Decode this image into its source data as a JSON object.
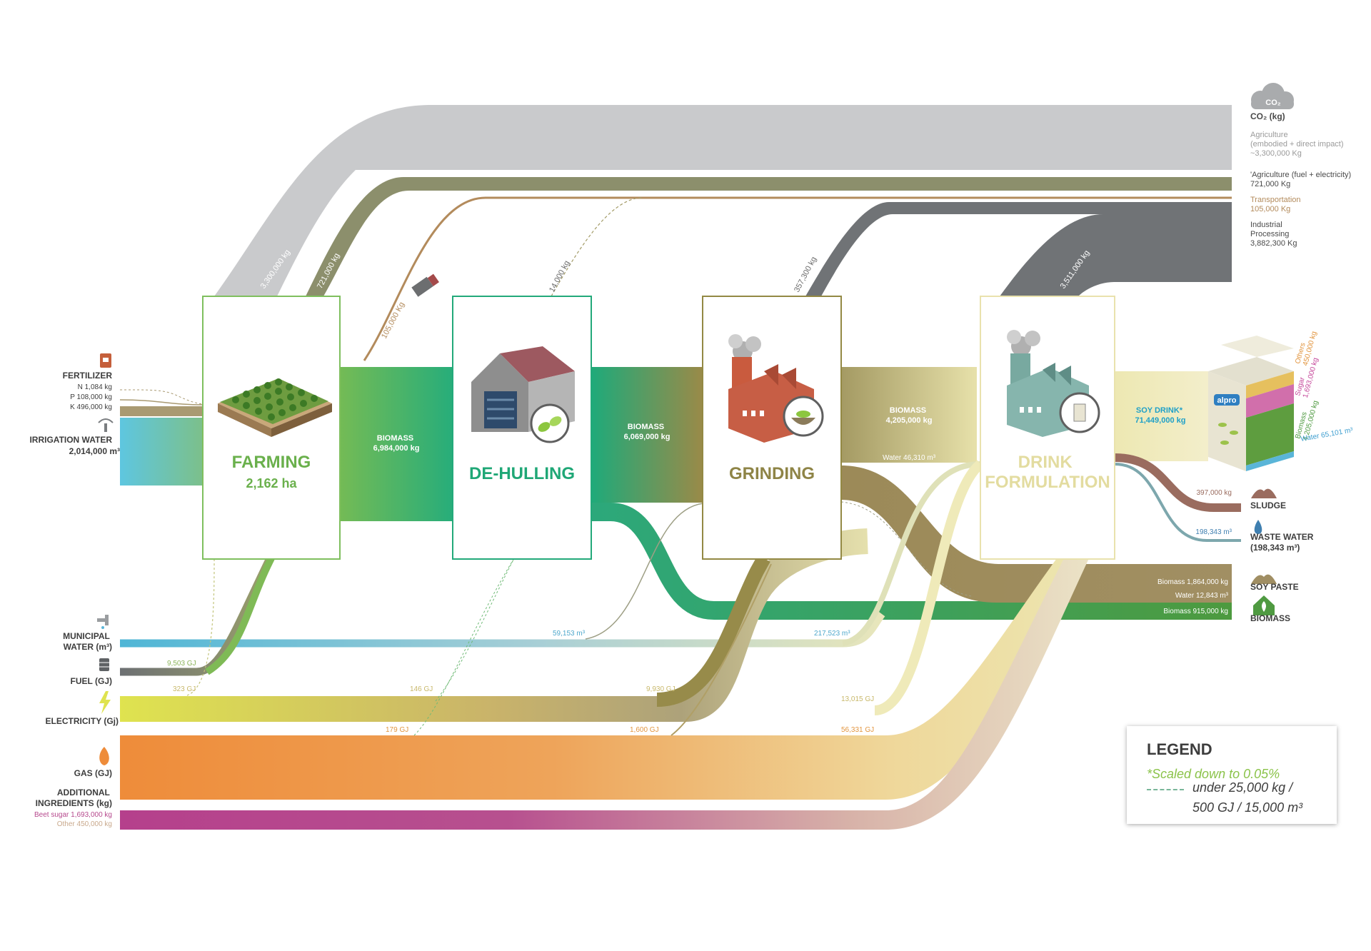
{
  "colors": {
    "co2": "#c8c9cb",
    "agri_fuel": "#8d8f6b",
    "transport": "#b38b5c",
    "industrial": "#6f7275",
    "farming": "#6ab04c",
    "dehulling": "#1fa776",
    "grinding": "#8e8446",
    "drink": "#ece6b0",
    "water": "#5ab5d8",
    "fuel": "#7c7f82",
    "electricity": "#e4e46a",
    "gas": "#ee9545",
    "sugar": "#b6498d",
    "soy_paste": "#a08e63",
    "sludge": "#9a6c5f",
    "biomass_out": "#4f9a41"
  },
  "co2": {
    "title": "CO₂ (kg)",
    "icon": "cloud-co2-icon",
    "icon_text": "CO₂",
    "agriculture": [
      "Agriculture",
      "(embodied + direct impact)",
      "~3,300,000 Kg"
    ],
    "agri_fuel": [
      "'Agriculture (fuel + electricity)",
      "721,000 Kg"
    ],
    "transportation": [
      "Transportation",
      "105,000 Kg"
    ],
    "industrial": [
      "Industrial",
      "Processing",
      "3,882,300 Kg"
    ]
  },
  "flow_labels": {
    "co2_agri": "3,300,000 kg",
    "co2_agrifuel": "721,000 kg",
    "co2_transport": "105,000 Kg",
    "co2_dehull": "14,000 kg",
    "co2_grind": "357,300 kg",
    "co2_drink": "3,511,000 kg"
  },
  "inputs": {
    "fertilizer": {
      "title": "FERTILIZER",
      "items": [
        "N 1,084 kg",
        "P 108,000 kg",
        "K 496,000 kg"
      ]
    },
    "irrigation": {
      "title": "IRRIGATION WATER",
      "value": "2,014,000 m³"
    },
    "municipal_water": [
      "MUNICIPAL",
      "WATER (m³)"
    ],
    "fuel": "FUEL (GJ)",
    "electricity": "ELECTRICITY (Gj)",
    "gas": "GAS (GJ)",
    "additional": {
      "title": [
        "ADDITIONAL",
        "INGREDIENTS (kg)"
      ],
      "items": [
        "Beet sugar 1,693,000 kg",
        "Other 450,000 kg"
      ]
    }
  },
  "stages": {
    "farming": {
      "name": "FARMING",
      "sub": "2,162 ha"
    },
    "dehulling": {
      "name": "DE-HULLING"
    },
    "grinding": {
      "name": "GRINDING"
    },
    "drink": {
      "name": [
        "DRINK",
        "FORMULATION"
      ]
    }
  },
  "biomass_labels": {
    "farming": [
      "BIOMASS",
      "6,984,000 kg"
    ],
    "dehulling": [
      "BIOMASS",
      "6,069,000 kg"
    ],
    "grinding": [
      "BIOMASS",
      "4,205,000 kg"
    ],
    "grinding_water": "Water 46,310 m³",
    "soy_drink": [
      "SOY DRINK*",
      "71,449,000 kg"
    ]
  },
  "consumption_labels": {
    "fuel_farming": "9,503 GJ",
    "elec_farming": "323 GJ",
    "elec_dehull": "146 GJ",
    "gas_dehull": "179 GJ",
    "elec_grind": "9,930 GJ",
    "gas_grind": "1,600 GJ",
    "water_grind": "59,153 m³",
    "water_drink": "217,523 m³",
    "elec_drink": "13,015 GJ",
    "gas_drink": "56,331 GJ"
  },
  "carton": {
    "brand": "alpro",
    "others": [
      "Others",
      "450,000 kg"
    ],
    "sugar": [
      "Sugar",
      "1,693,000 kg"
    ],
    "biomass": [
      "Biomass",
      "4,205,000 kg"
    ],
    "water": "Water 65,101 m³"
  },
  "outputs": {
    "sludge": {
      "value": "397,000 kg",
      "label": "SLUDGE"
    },
    "waste_water": {
      "value": "198,343 m³",
      "label": [
        "WASTE WATER",
        "(198,343 m³)"
      ]
    },
    "soy_paste": {
      "values": [
        "Biomass 1,864,000 kg",
        "Water 12,843 m³"
      ],
      "label": "SOY PASTE"
    },
    "biomass": {
      "value": "Biomass 915,000 kg",
      "label": "BIOMASS"
    }
  },
  "legend": {
    "title": "LEGEND",
    "scaled": "*Scaled down to 0.05%",
    "under": [
      "under 25,000 kg /",
      "500 GJ / 15,000 m³"
    ]
  }
}
